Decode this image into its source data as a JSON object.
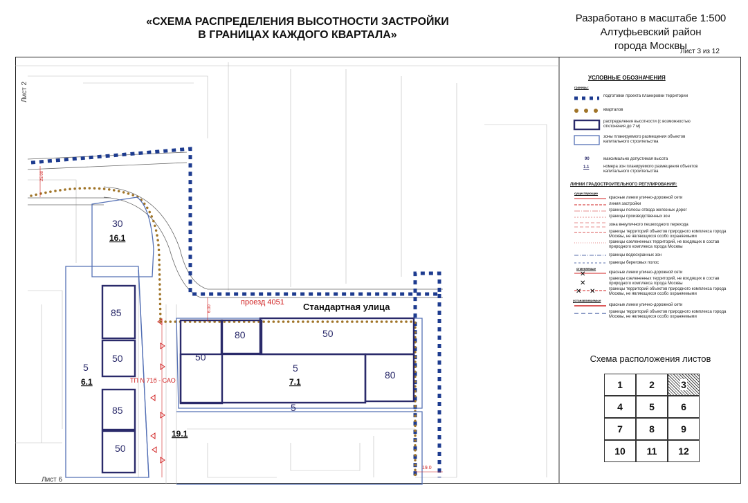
{
  "title": {
    "line1": "«СХЕМА РАСПРЕДЕЛЕНИЯ ВЫСОТНОСТИ ЗАСТРОЙКИ",
    "line2": "В ГРАНИЦАХ КАЖДОГО КВАРТАЛА»"
  },
  "scale": {
    "line1": "Разработано в масштабе 1:500",
    "line2": "Алтуфьевский район",
    "line3": "города Москвы",
    "sheet": "Лист 3 из 12"
  },
  "map": {
    "sheet_left": "Лист 2",
    "sheet_bottom": "Лист 6",
    "street": "Стандартная улица",
    "passage": "проезд 4051",
    "road_id": "ТП N 71б - САО",
    "dim_top": "25.00",
    "dim_left": "6.00",
    "dim_bottom": "19.0",
    "zones": {
      "z30": "30",
      "z16": "16.1",
      "z85a": "85",
      "z50a": "50",
      "z85b": "85",
      "z50b": "50",
      "z5a": "5",
      "z61": "6.1",
      "z50c": "50",
      "z80a": "80",
      "z50d": "50",
      "z80b": "80",
      "z5b": "5",
      "z71": "7.1",
      "z5c": "5",
      "z191": "19.1"
    }
  },
  "legend": {
    "title": "УСЛОВНЫЕ ОБОЗНАЧЕНИЯ",
    "bounds_label": "границы:",
    "items": [
      "подготовки проекта планировки территории",
      "кварталов",
      "распределения высотности (с возможностью отклонения до 7 м)",
      "зоны планируемого размещения объектов капитального строительства"
    ],
    "height_num": "90",
    "height_text": "максимально допустимая высота",
    "zone_num": "1.1",
    "zone_text": "номера зон планируемого размещения объектов капитального строительства",
    "reg_title": "ЛИНИИ ГРАДОСТРОИТЕЛЬНОГО РЕГУЛИРОВАНИЯ:",
    "existing": "существующие",
    "lines": [
      "красные линии улично-дорожной сети",
      "линия застройки",
      "границы полосы отвода железных дорог",
      "границы производственных зон",
      "зона внеуличного пешеходного перехода",
      "границы территорий объектов природного комплекса города Москвы, не являющихся особо охраняемыми",
      "границы озелененных территорий, не входящих в состав природного комплекса города Москвы",
      "границы водоохранных зон",
      "границы береговых полос"
    ],
    "cancelled": "отменяемые",
    "cancelled_lines": [
      "красные линии улично-дорожной сети",
      "границы озелененных территорий, не входящих в состав природного комплекса города Москвы",
      "границы территорий объектов природного комплекса города Москвы, не являющихся особо охраняемыми"
    ],
    "established": "устанавливаемые",
    "established_lines": [
      "красные линии улично-дорожной сети",
      "границы территорий объектов природного комплекса города Москвы, не являющихся особо охраняемыми"
    ]
  },
  "sheets": {
    "title": "Схема расположения листов",
    "cells": [
      "1",
      "2",
      "3",
      "4",
      "5",
      "6",
      "7",
      "8",
      "9",
      "10",
      "11",
      "12"
    ],
    "current": "3"
  }
}
